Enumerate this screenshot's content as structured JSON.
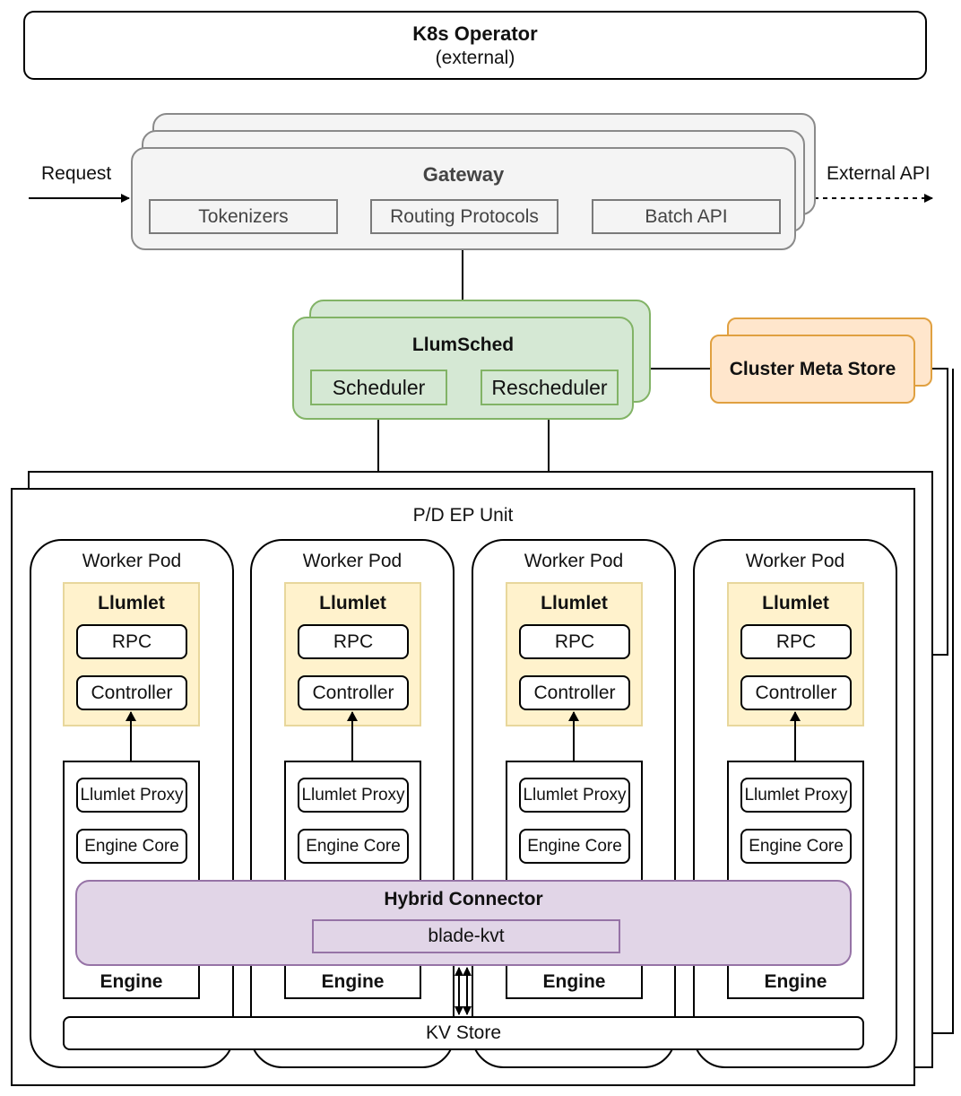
{
  "k8s": {
    "title": "K8s Operator",
    "subtitle": "(external)"
  },
  "request_label": "Request",
  "external_api_label": "External API",
  "gateway": {
    "title": "Gateway",
    "items": [
      "Tokenizers",
      "Routing Protocols",
      "Batch API"
    ]
  },
  "llumsched": {
    "title": "LlumSched",
    "items": [
      "Scheduler",
      "Rescheduler"
    ]
  },
  "cluster_meta_store": "Cluster Meta Store",
  "unit_label": "P/D EP Unit",
  "pods": [
    {
      "title": "Worker Pod",
      "llumlet": "Llumlet",
      "rpc": "RPC",
      "controller": "Controller",
      "proxy": "Llumlet Proxy",
      "core": "Engine Core",
      "engine": "Engine"
    },
    {
      "title": "Worker Pod",
      "llumlet": "Llumlet",
      "rpc": "RPC",
      "controller": "Controller",
      "proxy": "Llumlet Proxy",
      "core": "Engine Core",
      "engine": "Engine"
    },
    {
      "title": "Worker Pod",
      "llumlet": "Llumlet",
      "rpc": "RPC",
      "controller": "Controller",
      "proxy": "Llumlet Proxy",
      "core": "Engine Core",
      "engine": "Engine"
    },
    {
      "title": "Worker Pod",
      "llumlet": "Llumlet",
      "rpc": "RPC",
      "controller": "Controller",
      "proxy": "Llumlet Proxy",
      "core": "Engine Core",
      "engine": "Engine"
    }
  ],
  "hybrid_connector": {
    "title": "Hybrid Connector",
    "item": "blade-kvt"
  },
  "kv_store": "KV Store",
  "colors": {
    "gateway_fill": "#f4f4f4",
    "llumsched_fill": "#d5e8d4",
    "cluster_meta_fill": "#ffe6cc",
    "llumlet_fill": "#fff2cc",
    "hybrid_fill": "#e1d5e7"
  }
}
